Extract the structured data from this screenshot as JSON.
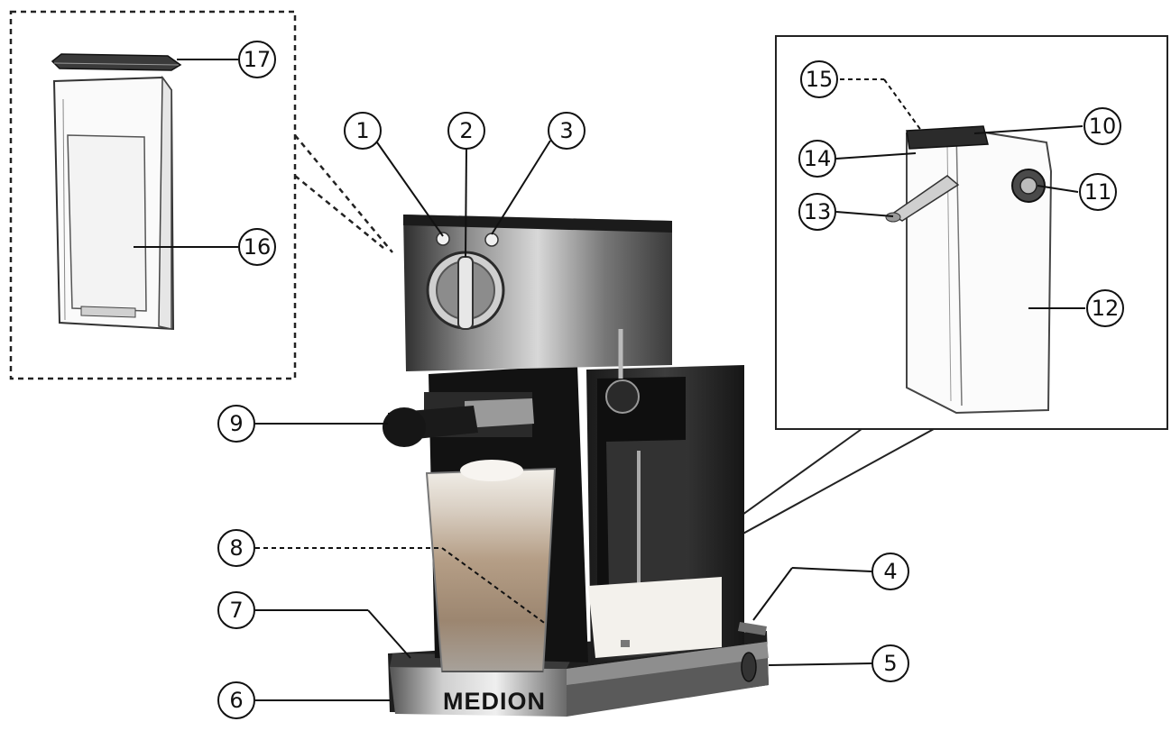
{
  "brand": {
    "label": "MEDION"
  },
  "callouts": [
    {
      "number": "1",
      "part": "indicator-light-left"
    },
    {
      "number": "2",
      "part": "selector-dial"
    },
    {
      "number": "3",
      "part": "indicator-light-right"
    },
    {
      "number": "4",
      "part": "base-top-edge"
    },
    {
      "number": "5",
      "part": "base-side-button"
    },
    {
      "number": "6",
      "part": "base-front-panel"
    },
    {
      "number": "7",
      "part": "drip-tray-grid"
    },
    {
      "number": "8",
      "part": "drip-tray-inner"
    },
    {
      "number": "9",
      "part": "portafilter-handle"
    },
    {
      "number": "10",
      "part": "milk-container-lid-top"
    },
    {
      "number": "11",
      "part": "milk-container-knob"
    },
    {
      "number": "12",
      "part": "milk-container-body"
    },
    {
      "number": "13",
      "part": "milk-froth-nozzle"
    },
    {
      "number": "14",
      "part": "milk-container-lid"
    },
    {
      "number": "15",
      "part": "milk-container-lid-seal"
    },
    {
      "number": "16",
      "part": "water-tank"
    },
    {
      "number": "17",
      "part": "water-tank-lid"
    }
  ]
}
